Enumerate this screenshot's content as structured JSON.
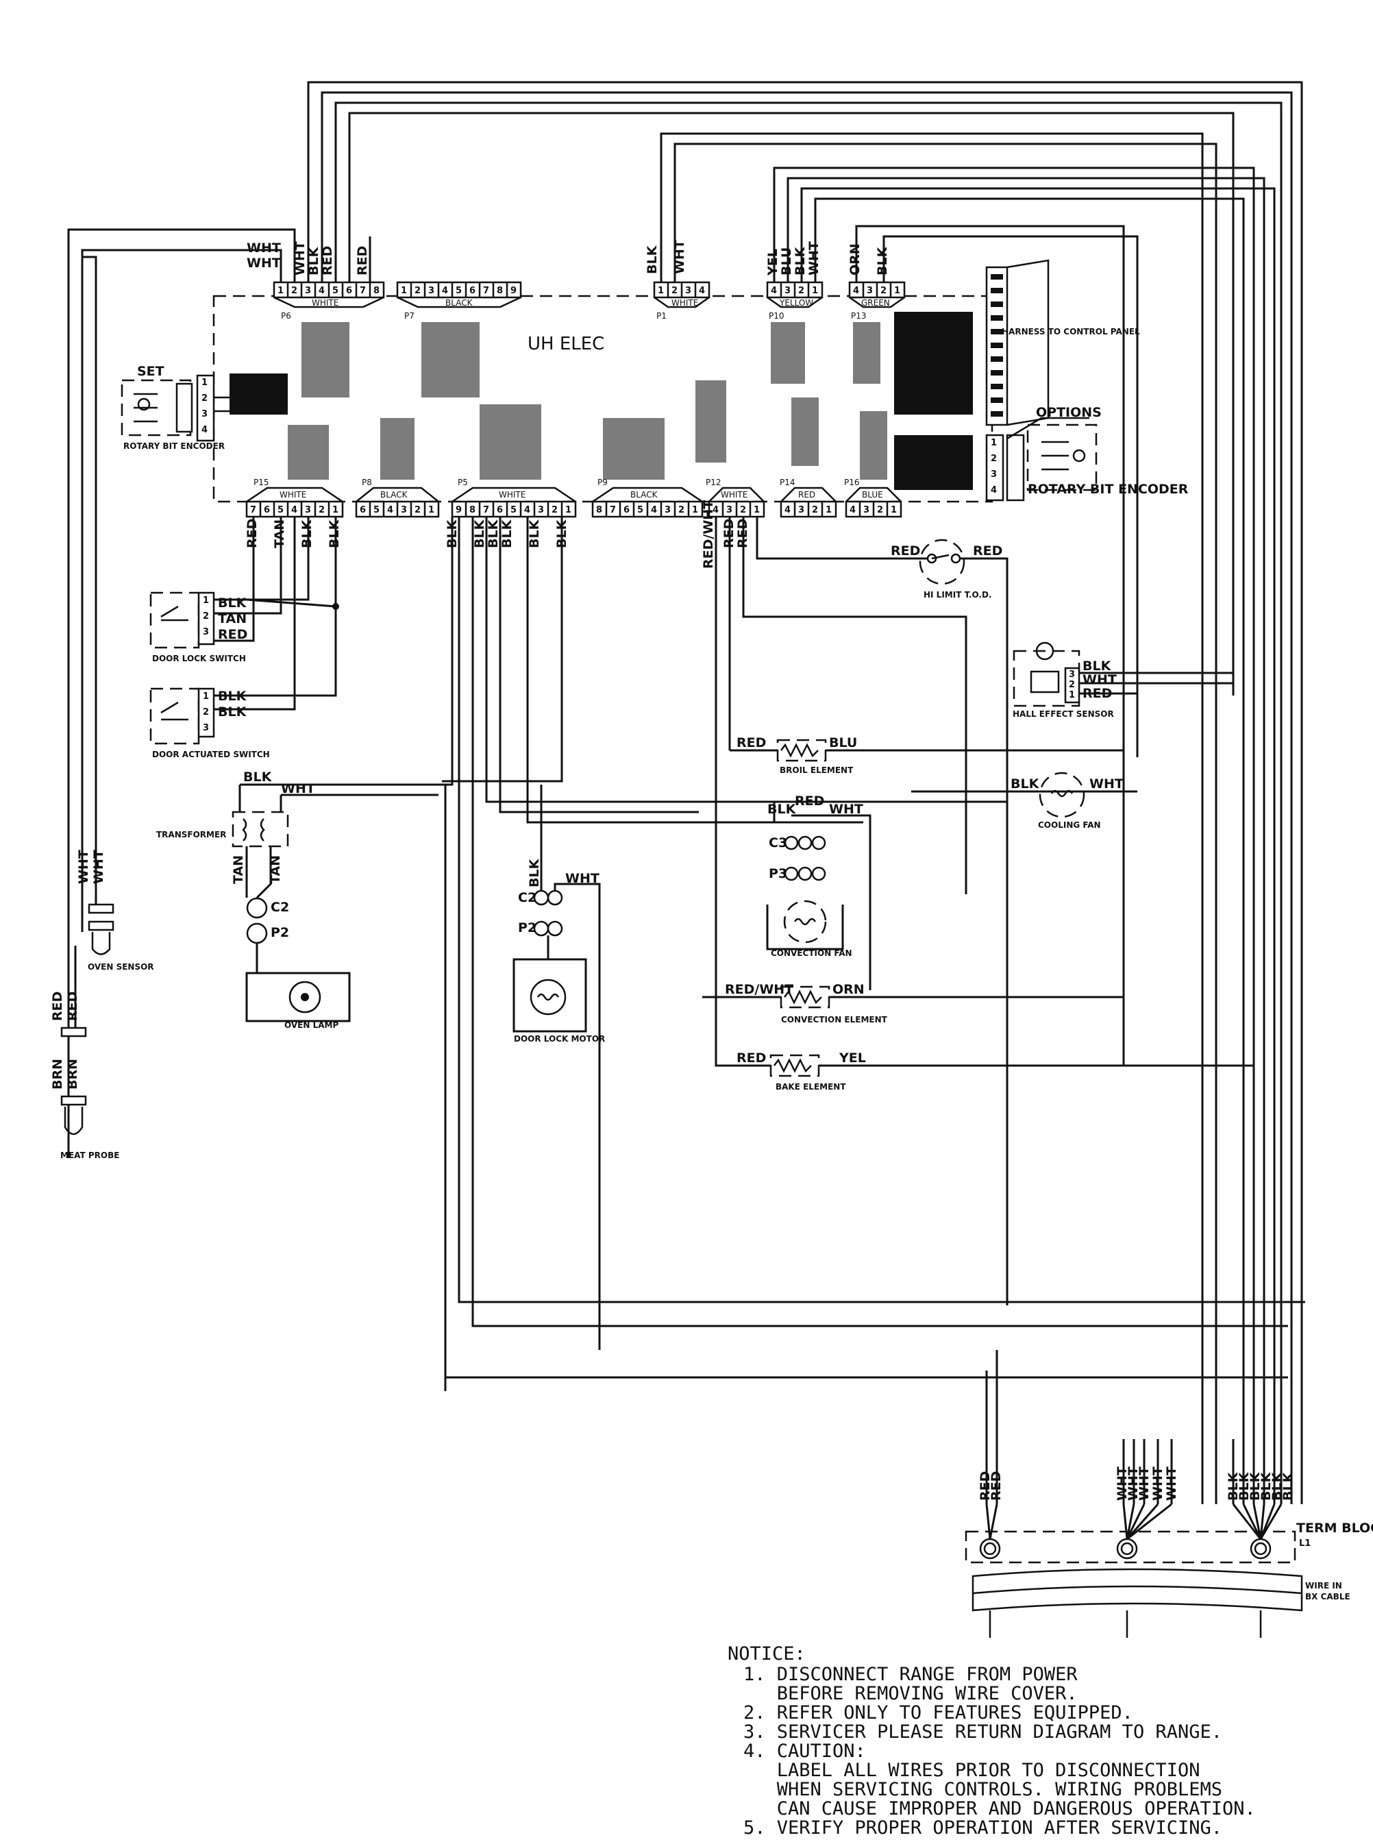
{
  "board": {
    "title": "UH ELEC",
    "harness": "HARNESS TO CONTROL PANEL"
  },
  "top_connectors": [
    {
      "id": "p6",
      "plug": "P6",
      "color": "WHITE",
      "pins": [
        "1",
        "2",
        "3",
        "4",
        "5",
        "6",
        "7",
        "8"
      ]
    },
    {
      "id": "p7",
      "plug": "P7",
      "color": "BLACK",
      "pins": [
        "1",
        "2",
        "3",
        "4",
        "5",
        "6",
        "7",
        "8",
        "9"
      ]
    },
    {
      "id": "p1",
      "plug": "P1",
      "color": "WHITE",
      "pins": [
        "1",
        "2",
        "3",
        "4"
      ]
    },
    {
      "id": "p10",
      "plug": "P10",
      "color": "YELLOW",
      "pins": [
        "4",
        "3",
        "2",
        "1"
      ]
    },
    {
      "id": "p13",
      "plug": "P13",
      "color": "GREEN",
      "pins": [
        "4",
        "3",
        "2",
        "1"
      ]
    }
  ],
  "bottom_connectors": [
    {
      "id": "p15",
      "plug": "P15",
      "color": "WHITE",
      "pins": [
        "7",
        "6",
        "5",
        "4",
        "3",
        "2",
        "1"
      ]
    },
    {
      "id": "p8",
      "plug": "P8",
      "color": "BLACK",
      "pins": [
        "6",
        "5",
        "4",
        "3",
        "2",
        "1"
      ]
    },
    {
      "id": "p5",
      "plug": "P5",
      "color": "WHITE",
      "pins": [
        "9",
        "8",
        "7",
        "6",
        "5",
        "4",
        "3",
        "2",
        "1"
      ]
    },
    {
      "id": "p9",
      "plug": "P9",
      "color": "BLACK",
      "pins": [
        "8",
        "7",
        "6",
        "5",
        "4",
        "3",
        "2",
        "1"
      ]
    },
    {
      "id": "p12",
      "plug": "P12",
      "color": "WHITE",
      "pins": [
        "4",
        "3",
        "2",
        "1"
      ]
    },
    {
      "id": "p14",
      "plug": "P14",
      "color": "RED",
      "pins": [
        "4",
        "3",
        "2",
        "1"
      ]
    },
    {
      "id": "p16",
      "plug": "P16",
      "color": "BLUE",
      "pins": [
        "4",
        "3",
        "2",
        "1"
      ]
    }
  ],
  "wire_labels": {
    "p6": [
      "WHT",
      "BLK",
      "RED",
      "RED"
    ],
    "left_feed": [
      "WHT",
      "WHT"
    ],
    "p1": [
      "BLK",
      "WHT"
    ],
    "p10": [
      "YEL",
      "BLU",
      "BLK",
      "WHT"
    ],
    "p13": [
      "ORN",
      "BLK"
    ],
    "p15": [
      "RED",
      "TAN",
      "BLK",
      "BLK"
    ],
    "p5": [
      "BLK",
      "BLK",
      "BLK",
      "BLK",
      "BLK",
      "BLK"
    ],
    "p12": [
      "RED/WHT",
      "RED",
      "RED"
    ],
    "oven_sensor": [
      "WHT",
      "WHT"
    ],
    "meat_probe": [
      "RED",
      "RED",
      "BRN",
      "BRN"
    ],
    "door_lock_switch": [
      "BLK",
      "TAN",
      "RED"
    ],
    "door_actuated_switch": [
      "BLK",
      "BLK"
    ],
    "hall_effect": [
      "BLK",
      "WHT",
      "RED"
    ],
    "hi_limit": [
      "RED",
      "RED"
    ],
    "broil": [
      "RED",
      "BLU"
    ],
    "cooling_fan": [
      "BLK",
      "WHT"
    ],
    "convection_fan": [
      "BLK",
      "RED",
      "WHT"
    ],
    "convection_element": [
      "RED/WHT",
      "ORN"
    ],
    "bake": [
      "RED",
      "YEL"
    ],
    "transformer": [
      "BLK",
      "WHT",
      "TAN",
      "TAN"
    ],
    "door_lock_motor": [
      "BLK",
      "WHT"
    ],
    "term_red": [
      "RED",
      "RED"
    ],
    "term_wht": [
      "WHT",
      "WHT",
      "WHT",
      "WHT",
      "WHT"
    ],
    "term_blk": [
      "BLK",
      "BLK",
      "BLK",
      "BLK",
      "BLK",
      "BLK"
    ]
  },
  "components": {
    "set": "SET",
    "rotary_left": "ROTARY BIT ENCODER",
    "options": "OPTIONS",
    "rotary_right": "ROTARY BIT ENCODER",
    "door_lock_switch": "DOOR LOCK SWITCH",
    "door_actuated_switch": "DOOR ACTUATED SWITCH",
    "transformer": "TRANSFORMER",
    "oven_sensor": "OVEN SENSOR",
    "meat_probe": "MEAT PROBE",
    "oven_lamp": "OVEN LAMP",
    "door_lock_motor": "DOOR LOCK MOTOR",
    "hi_limit": "HI LIMIT T.O.D.",
    "hall_effect": "HALL EFFECT SENSOR",
    "broil": "BROIL ELEMENT",
    "cooling_fan": "COOLING FAN",
    "convection_fan": "CONVECTION FAN",
    "convection_element": "CONVECTION ELEMENT",
    "bake": "BAKE ELEMENT",
    "term_block": "TERM BLOCK",
    "l1": "L1",
    "wire_in": "WIRE IN",
    "bx_cable": "BX CABLE"
  },
  "plugs": {
    "c2": "C2",
    "p2": "P2",
    "c2b": "C2",
    "p2b": "P2",
    "c3": "C3",
    "p3": "P3"
  },
  "notice": {
    "heading": "NOTICE:",
    "lines": [
      "1. DISCONNECT RANGE FROM POWER",
      "   BEFORE REMOVING WIRE COVER.",
      "2. REFER ONLY TO FEATURES EQUIPPED.",
      "3. SERVICER PLEASE RETURN DIAGRAM TO RANGE.",
      "4. CAUTION:",
      "   LABEL ALL WIRES PRIOR TO DISCONNECTION",
      "   WHEN SERVICING CONTROLS. WIRING PROBLEMS",
      "   CAN CAUSE IMPROPER AND DANGEROUS OPERATION.",
      "5. VERIFY PROPER OPERATION AFTER SERVICING."
    ]
  }
}
